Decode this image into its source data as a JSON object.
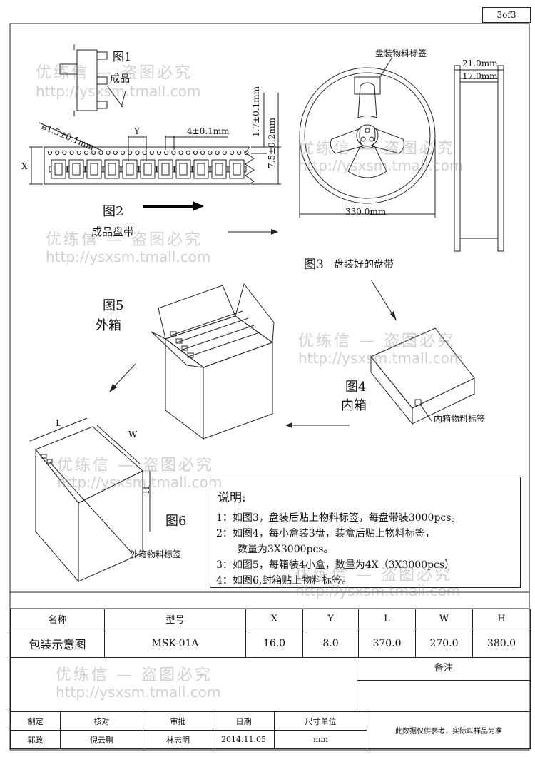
{
  "page_number": "3of3",
  "figures": {
    "fig1": "图1",
    "fig1_caption": "成品",
    "fig2": "图2",
    "fig2_caption": "成品盘带",
    "fig3": "图3",
    "fig3_caption": "盘装好的盘带",
    "fig4": "图4",
    "fig4_caption": "内箱",
    "fig5": "图5",
    "fig5_caption": "外箱",
    "fig6": "图6"
  },
  "dimensions": {
    "hole_dia": "ø1.5±0.1mm",
    "pitch": "4±0.1mm",
    "y": "Y",
    "x": "X",
    "d1": "1.7±0.1mm",
    "d2": "7.5±0.2mm",
    "reel_dia": "330.0mm",
    "w_outer": "21.0mm",
    "w_inner": "17.0mm",
    "L": "L",
    "W": "W",
    "H": "H"
  },
  "labels": {
    "reel_label": "盘装物料标签",
    "inner_label": "内箱物料标签",
    "outer_label": "外箱物料标签"
  },
  "notes": {
    "title": "说明:",
    "lines": [
      "1：如图3，盘装后贴上物料标签，每盘带装3000pcs。",
      "2：如图4，每小盒装3盘，装盒后贴上物料标签，",
      "数量为3X3000pcs。",
      "3：如图5，每箱装4小盒，数量为4X（3X3000pcs）",
      "4：如图6,封箱贴上物料标签。"
    ]
  },
  "watermark": {
    "cn": "优练信 — 盗图必究",
    "url": "http://ysxsm.tmall.com"
  },
  "title_block": {
    "headers": [
      "名称",
      "型号",
      "X",
      "Y",
      "L",
      "W",
      "H"
    ],
    "values": [
      "包装示意图",
      "MSK-01A",
      "16.0",
      "8.0",
      "370.0",
      "270.0",
      "380.0"
    ],
    "remarks_label": "备注",
    "sign_headers": [
      "制定",
      "核对",
      "审批",
      "日期",
      "尺寸单位"
    ],
    "sign_values": [
      "郭政",
      "倪云鹏",
      "林志明",
      "2014.11.05",
      "mm"
    ],
    "disclaimer": "此数据仅供参考，实际以样品为准"
  }
}
